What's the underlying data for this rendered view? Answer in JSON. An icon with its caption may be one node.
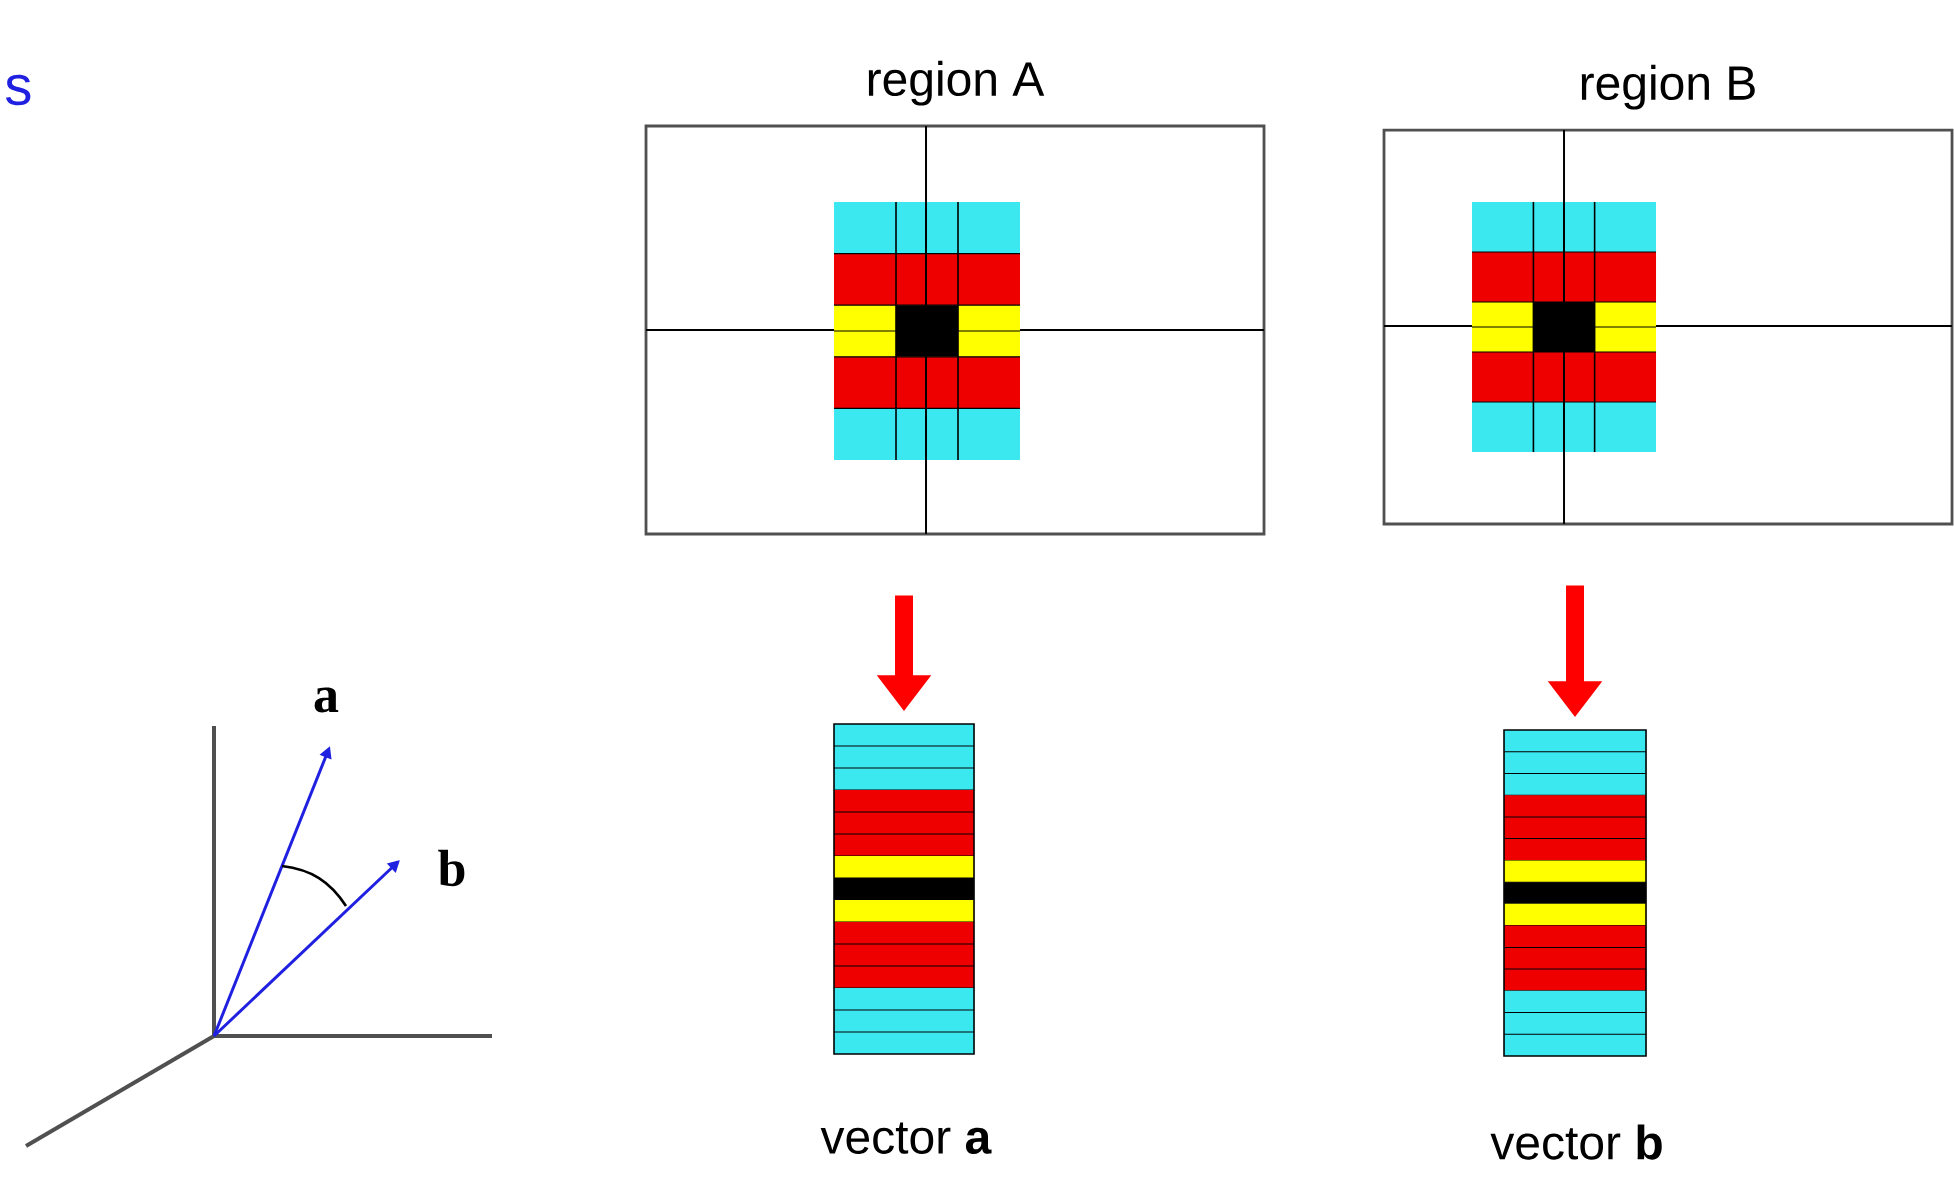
{
  "diagram": {
    "nodes": [
      {
        "text": [
          "region A"
        ]
      },
      {
        "text": [
          "region B"
        ]
      },
      {
        "text": [
          "vector **a**"
        ]
      },
      {
        "text": [
          "vector **b**"
        ]
      }
    ],
    "edges": [
      {
        "from": 0,
        "to": 2,
        "arrow": "to"
      },
      {
        "from": 1,
        "to": 3,
        "arrow": "to"
      }
    ],
    "labels": [
      "s",
      "a",
      "b"
    ]
  }
}
